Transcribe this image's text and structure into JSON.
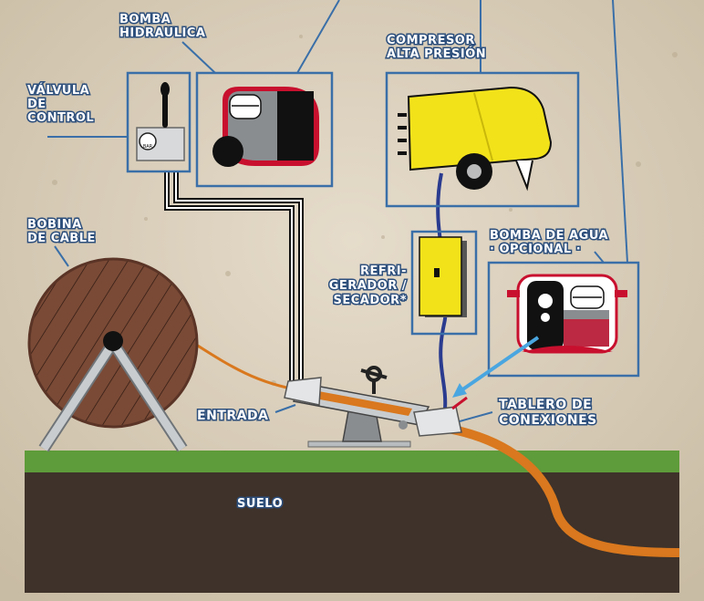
{
  "labels": {
    "hydraulic_pump": [
      "BOMBA",
      "HIDRAULICA"
    ],
    "control_valve": [
      "VÁLVULA",
      "DE",
      "CONTROL"
    ],
    "compressor": [
      "COMPRESOR",
      "ALTA PRESIÓN"
    ],
    "cable_reel": [
      "BOBINA",
      "DE CABLE"
    ],
    "water_pump": [
      "BOMBA DE AGUA",
      "· OPCIONAL ·"
    ],
    "cooler_dryer": [
      "REFRI-",
      "GERADOR /",
      "SECADOR*"
    ],
    "inlet": "ENTRADA",
    "connection_panel": [
      "TABLERO DE",
      "CONEXIONES"
    ],
    "ground": "SUELO"
  },
  "gauge_text": "BAR",
  "colors": {
    "label_outline": "#2d4f7c",
    "frame": "#3a6fa8",
    "grass": "#5e9b3a",
    "soil": "#3e322a",
    "cable": "#d9781e",
    "air_hose": "#2a3b8f",
    "water_line": "#4aa6e0",
    "compressor_body": "#f2e21a",
    "pump_red": "#c8102e",
    "reel_wood": "#7a4a36"
  }
}
